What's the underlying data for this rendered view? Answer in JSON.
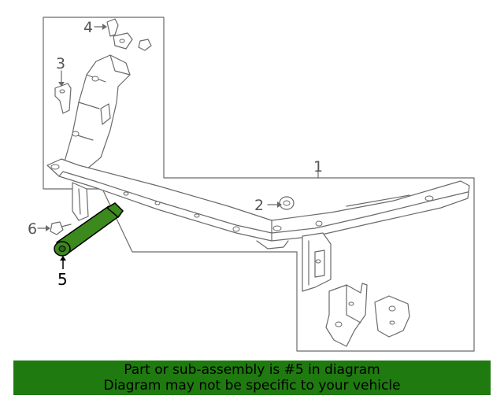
{
  "diagram": {
    "callouts": [
      "1",
      "2",
      "3",
      "4",
      "5",
      "6"
    ],
    "highlight_color": "#3c8a1e",
    "highlighted_part": "5"
  },
  "banner": {
    "line1": "Part or sub-assembly is #5 in diagram",
    "line2": "Diagram may not be specific to your vehicle",
    "color": "#1f7a0f"
  }
}
